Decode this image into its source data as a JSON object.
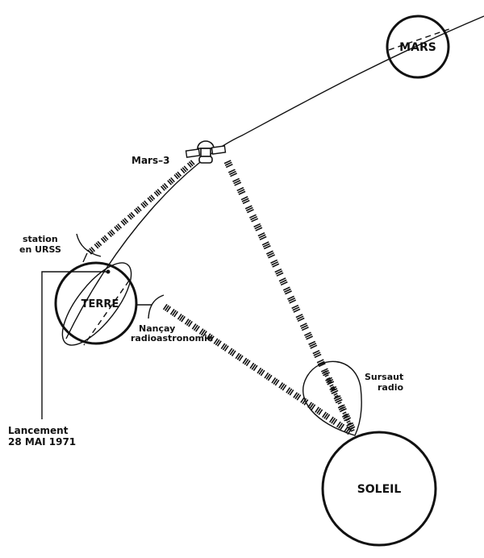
{
  "diagram": {
    "title": "Mars-3 radio burst observation geometry",
    "bodies": {
      "mars": "MARS",
      "earth": "TERRE",
      "sun": "SOLEIL"
    },
    "spacecraft": "Mars–3",
    "station_urss": [
      "station",
      "en URSS"
    ],
    "nancay": [
      "Nançay",
      "radioastronomie"
    ],
    "burst": [
      "Sursaut",
      "radio"
    ],
    "launch": [
      "Lancement",
      "28 MAI 1971"
    ],
    "icons": {
      "spacecraft": "satellite-icon",
      "antenna_urss": "dish-antenna-icon",
      "antenna_nancay": "dish-antenna-icon"
    },
    "colors": {
      "ink": "#111111",
      "paper": "#ffffff"
    }
  }
}
